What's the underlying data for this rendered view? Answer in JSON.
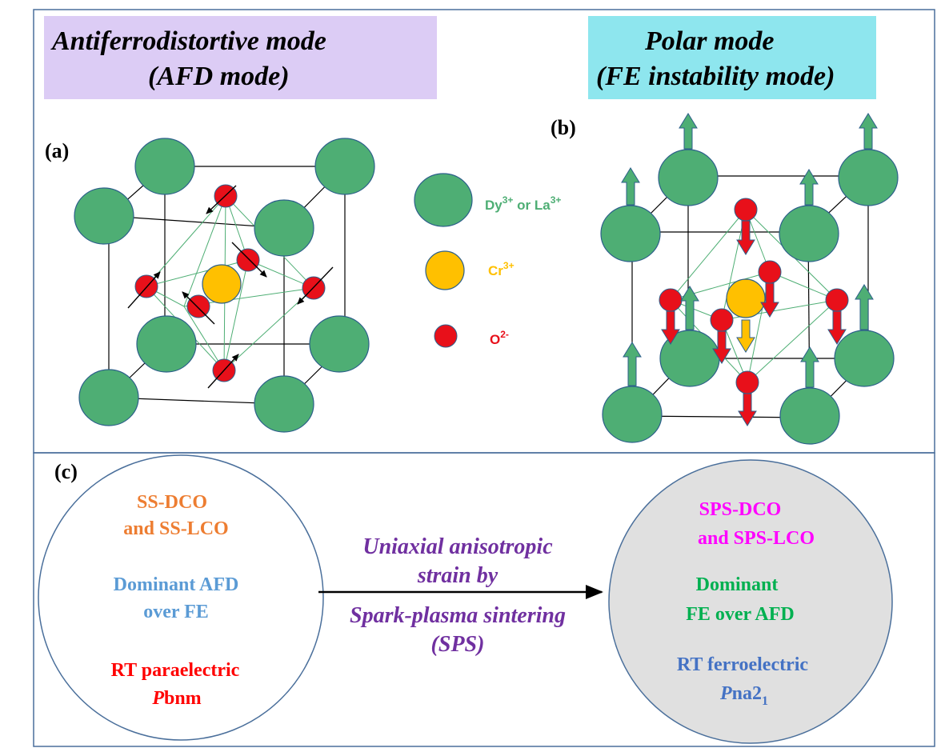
{
  "panel_top": {
    "afd_title_line1": "Antiferrodistortive mode",
    "afd_title_line2": "(AFD mode)",
    "polar_title_line1": "Polar mode",
    "polar_title_line2": "(FE instability mode)",
    "label_a": "(a)",
    "label_b": "(b)",
    "legend": {
      "large_ion": "Dy",
      "large_ion_sup": "3+",
      "large_ion_or": " or La",
      "large_ion_sup2": "3+",
      "mid_ion": "Cr",
      "mid_ion_sup": "3+",
      "small_ion": "O",
      "small_ion_sup": "2-"
    }
  },
  "panel_bottom": {
    "label_c": "(c)",
    "left_circle": {
      "line1": "SS-DCO",
      "line2": "and SS-LCO",
      "line3": "Dominant AFD",
      "line4": "over FE",
      "line5": "RT paraelectric",
      "line6_italic": "P",
      "line6_rest": "bnm"
    },
    "arrow_text": {
      "line1": "Uniaxial anisotropic",
      "line2": "strain by",
      "line3": "Spark-plasma sintering",
      "line4": "(SPS)"
    },
    "right_circle": {
      "line1": "SPS-DCO",
      "line2": "and SPS-LCO",
      "line3": "Dominant",
      "line4": "FE over AFD",
      "line5": "RT  ferroelectric",
      "line6_italic": "P",
      "line6_rest": "na2",
      "line6_sub": "1"
    }
  },
  "colors": {
    "frame": "#4a6f9b",
    "afd_box": "#dcccf5",
    "polar_box": "#8ee6ee",
    "large_ion": "#4eae74",
    "mid_ion": "#ffc000",
    "small_ion": "#e8101a",
    "fe_arrow": "#4eae74",
    "down_arrow": "#e8101a",
    "orange_text": "#ed7d31",
    "blue_text": "#5b9bd5",
    "red_text": "#ff0000",
    "purple_text": "#7030a0",
    "magenta_text": "#ff00ff",
    "green_text": "#00b050",
    "steel_text": "#4472c4",
    "right_circle_fill": "#e0e0e0"
  }
}
